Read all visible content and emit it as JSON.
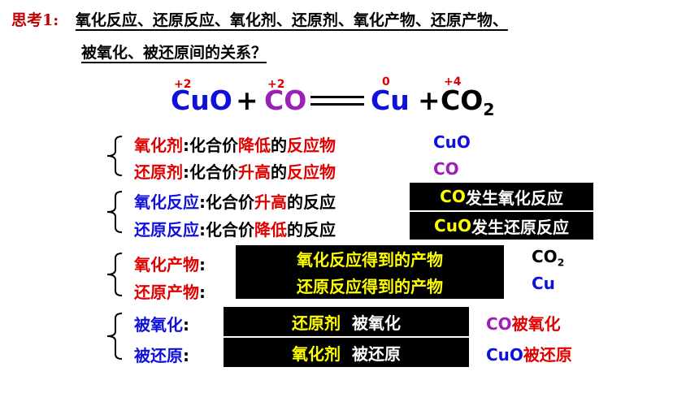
{
  "title": {
    "prefix": "思考1:",
    "line1": "氧化反应、还原反应、氧化剂、还原剂、氧化产物、还原产物、",
    "line2": "被氧化、被还原间的关系？"
  },
  "equation": {
    "r1": "CuO",
    "ox1": "+2",
    "plus1": "+",
    "r2": "CO",
    "ox2": "+2",
    "p1": "Cu",
    "ox3": "0",
    "plus2": "+",
    "p2_base": "CO",
    "p2_sub": "2",
    "ox4": "+4"
  },
  "group1": {
    "row1": {
      "term": "氧化剂",
      "colon": ":",
      "d1": "化合价",
      "d2": "降低",
      "d3": "的",
      "d4": "反应物",
      "answer": "CuO"
    },
    "row2": {
      "term": "还原剂",
      "colon": ":",
      "d1": "化合价",
      "d2": "升高",
      "d3": "的",
      "d4": "反应物",
      "answer": "CO"
    }
  },
  "group2": {
    "row1": {
      "term": "氧化反应",
      "colon": ":",
      "d1": "化合价",
      "d2": "升高",
      "d3": "的反应",
      "answer_a": "CO",
      "answer_b": "发生氧化反应"
    },
    "row2": {
      "term": "还原反应",
      "colon": ":",
      "d1": "化合价",
      "d2": "降低",
      "d3": "的反应",
      "answer_a": "CuO",
      "answer_b": "发生还原反应"
    }
  },
  "group3": {
    "row1": {
      "term": "氧化产物",
      "colon": ":",
      "box": "氧化反应得到的产物",
      "answer_base": "CO",
      "answer_sub": "2"
    },
    "row2": {
      "term": "还原产物",
      "colon": ":",
      "box": "还原反应得到的产物",
      "answer": "Cu"
    }
  },
  "group4": {
    "row1": {
      "term": "被氧化",
      "colon": ":",
      "box_a": "还原剂",
      "box_b": "被氧化",
      "answer_a": "CO",
      "answer_b": "被氧化"
    },
    "row2": {
      "term": "被还原",
      "colon": ":",
      "box_a": "氧化剂",
      "box_b": "被还原",
      "answer_a": "CuO",
      "answer_b": "被还原"
    }
  },
  "colors": {
    "red": "#e00000",
    "purple": "#9b1fb8",
    "blue": "#1010dd",
    "yellow": "#ffff00",
    "box_bg": "#000000"
  }
}
